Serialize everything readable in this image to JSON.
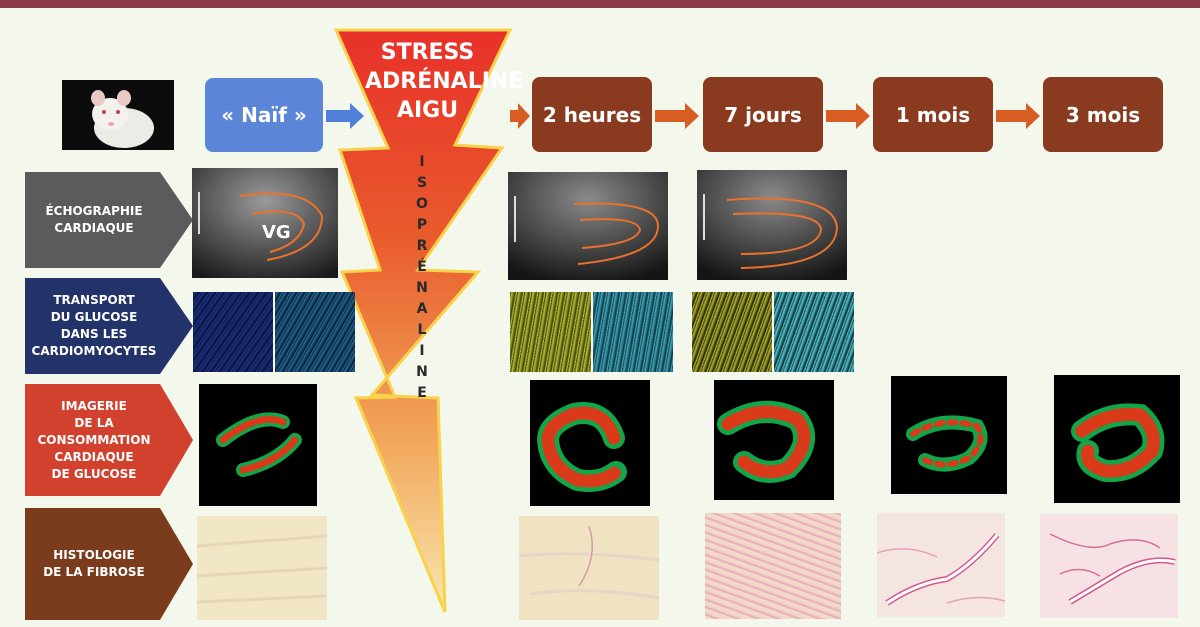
{
  "header": {
    "naive_label": "« Naïf »",
    "stress_lines": [
      "STRESS",
      "ADRÉNALINE",
      "AIGU"
    ],
    "drug_letters": [
      "I",
      "S",
      "O",
      "P",
      "R",
      "É",
      "N",
      "A",
      "L",
      "I",
      "N",
      "E"
    ]
  },
  "timepoints": [
    "2 heures",
    "7 jours",
    "1 mois",
    "3 mois"
  ],
  "rows": {
    "echo": {
      "line1": "ÉCHOGRAPHIE",
      "line2": "CARDIAQUE",
      "vg_label": "VG"
    },
    "transport": {
      "line1": "TRANSPORT",
      "line2": "DU GLUCOSE",
      "line3": "DANS LES",
      "line4": "CARDIOMYOCYTES"
    },
    "imaging": {
      "line1": "IMAGERIE",
      "line2": "DE LA",
      "line3": "CONSOMMATION",
      "line4": "CARDIAQUE",
      "line5": "DE GLUCOSE"
    },
    "histo": {
      "line1": "HISTOLOGIE",
      "line2": "DE LA FIBROSE"
    }
  },
  "colors": {
    "echo_row": "#5b5b5b",
    "transport_row": "#24326a",
    "imaging_row": "#d2402e",
    "histo_row": "#7a3c1c",
    "timepoint_box": "#8a3a1e",
    "naive_box": "#5b86d8",
    "top_bar": "#8e3b4a"
  },
  "icons": [
    "rat-photo",
    "lightning-bolt"
  ]
}
